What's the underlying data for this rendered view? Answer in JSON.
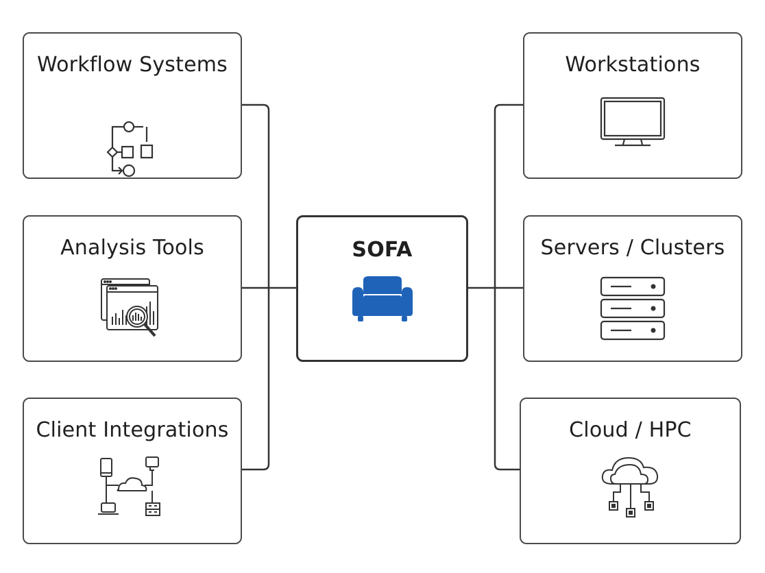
{
  "center": {
    "title": "SOFA",
    "icon": "sofa-icon",
    "icon_color": "#1f63b8"
  },
  "left_nodes": [
    {
      "label": "Workflow Systems",
      "icon": "workflow-icon"
    },
    {
      "label": "Analysis Tools",
      "icon": "analysis-chart-magnifier-icon"
    },
    {
      "label": "Client Integrations",
      "icon": "client-network-cloud-icon"
    }
  ],
  "right_nodes": [
    {
      "label": "Workstations",
      "icon": "monitor-icon"
    },
    {
      "label": "Servers / Clusters",
      "icon": "server-rack-icon"
    },
    {
      "label": "Cloud / HPC",
      "icon": "cloud-network-icon"
    }
  ]
}
